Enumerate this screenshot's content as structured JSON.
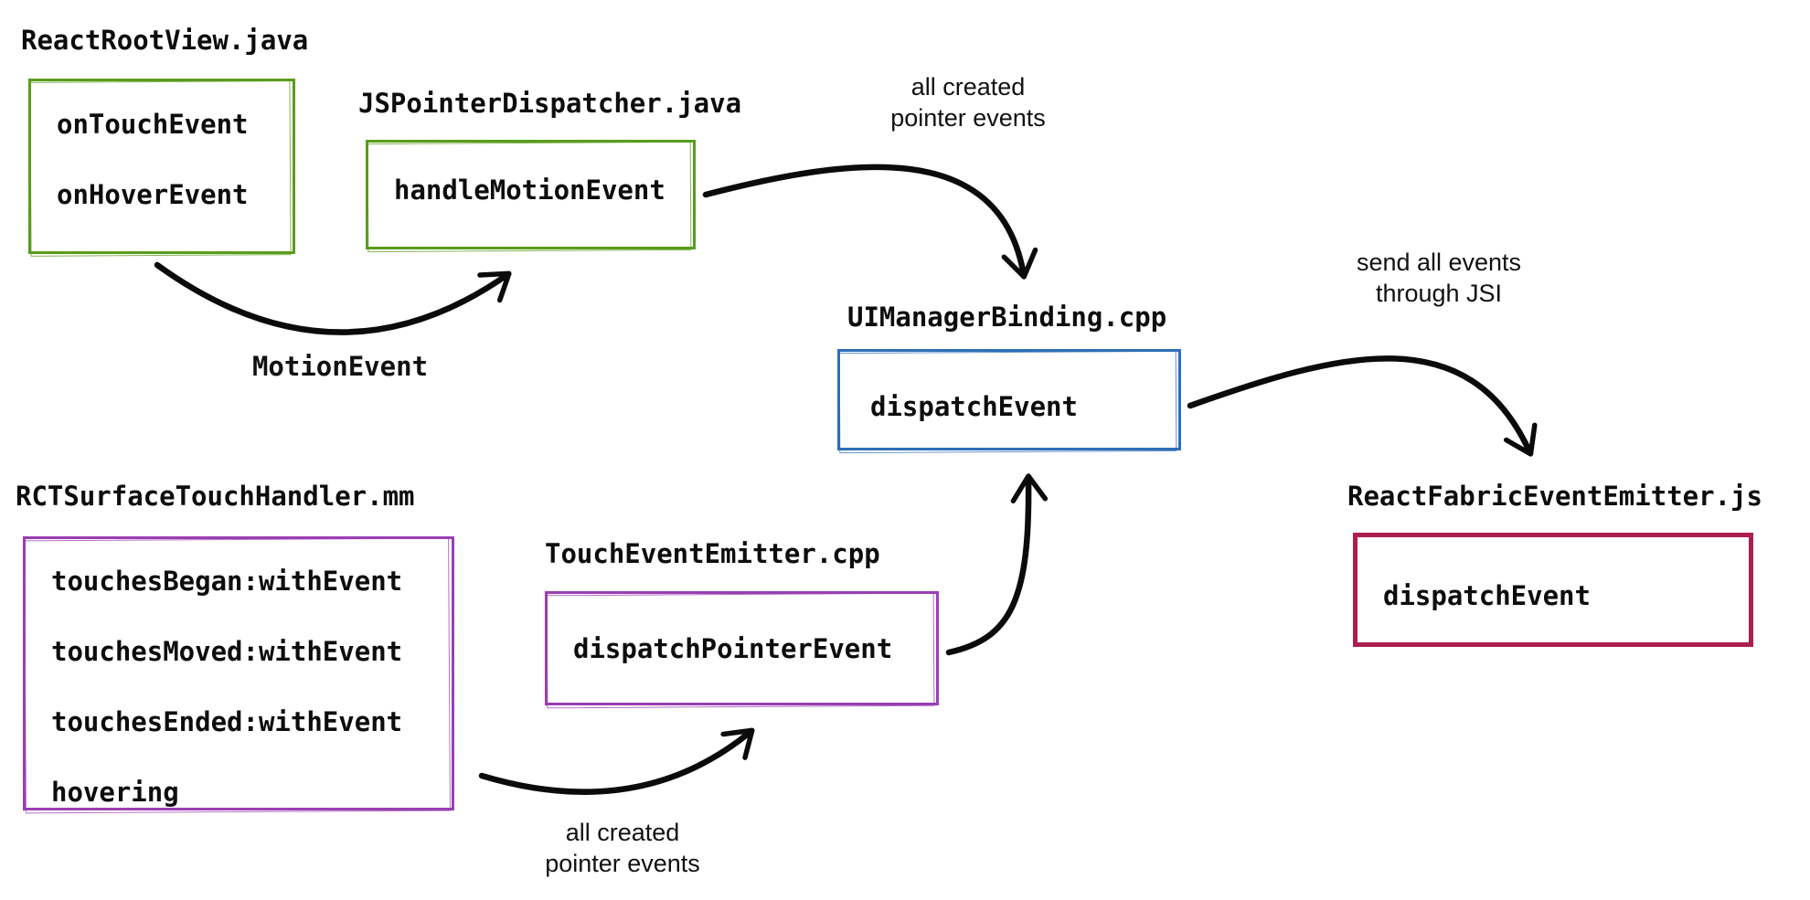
{
  "diagram": {
    "background_color": "#ffffff",
    "arrow_color": "#0b0b0b",
    "nodes": {
      "react_root_view": {
        "title": "ReactRootView.java",
        "methods": [
          "onTouchEvent",
          "onHoverEvent"
        ],
        "border_color": "#5a9c1d"
      },
      "js_pointer_dispatcher": {
        "title": "JSPointerDispatcher.java",
        "methods": [
          "handleMotionEvent"
        ],
        "border_color": "#5a9c1d"
      },
      "ui_manager_binding": {
        "title": "UIManagerBinding.cpp",
        "methods": [
          "dispatchEvent"
        ],
        "border_color": "#2e6fb7"
      },
      "react_fabric_event_emitter": {
        "title": "ReactFabricEventEmitter.js",
        "methods": [
          "dispatchEvent"
        ],
        "border_color": "#ad1e4e"
      },
      "rct_surface_touch_handler": {
        "title": "RCTSurfaceTouchHandler.mm",
        "methods": [
          "touchesBegan:withEvent",
          "touchesMoved:withEvent",
          "touchesEnded:withEvent",
          "hovering"
        ],
        "border_color": "#9a3fb3"
      },
      "touch_event_emitter": {
        "title": "TouchEventEmitter.cpp",
        "methods": [
          "dispatchPointerEvent"
        ],
        "border_color": "#9a3fb3"
      }
    },
    "edge_labels": {
      "motion_event": "MotionEvent",
      "all_created_pointer_events_android": "all created\npointer events",
      "send_all_events_through_jsi": "send all events\nthrough JSI",
      "all_created_pointer_events_ios": "all created\npointer events"
    }
  }
}
